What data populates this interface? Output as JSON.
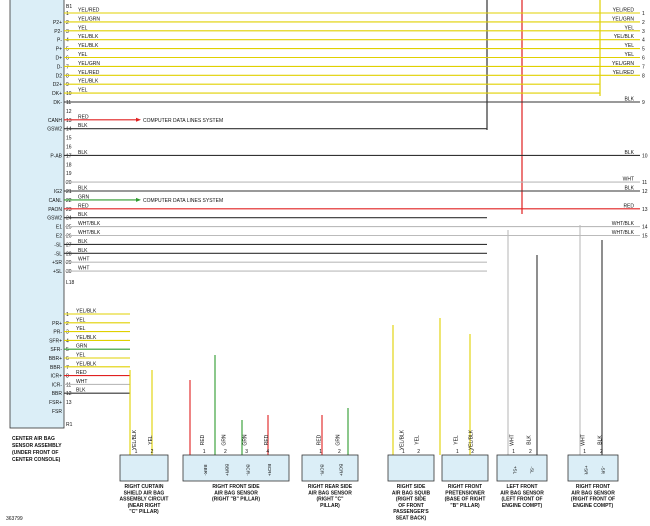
{
  "wire_colors": {
    "YEL": "#e0d000",
    "GRN": "#2e9b2e",
    "RED": "#e02020",
    "BLK": "#333333",
    "WHT": "#bbbbbb"
  },
  "header_connector": "B1",
  "lower_connector": "L18",
  "lower_connector_end": "R1",
  "upper_pins": [
    {
      "n": "1",
      "name": "",
      "wire": "YEL/RED",
      "far": "YEL/RED",
      "fn": "1"
    },
    {
      "n": "2",
      "name": "P2+",
      "wire": "YEL/GRN",
      "far": "YEL/GRN",
      "fn": "2"
    },
    {
      "n": "3",
      "name": "P2-",
      "wire": "YEL",
      "far": "YEL",
      "fn": "3"
    },
    {
      "n": "4",
      "name": "P-",
      "wire": "YEL/BLK",
      "far": "YEL/BLK",
      "fn": "4"
    },
    {
      "n": "5",
      "name": "P+",
      "wire": "YEL/BLK",
      "far": "YEL",
      "fn": "5"
    },
    {
      "n": "6",
      "name": "D+",
      "wire": "YEL",
      "far": "YEL",
      "fn": "6"
    },
    {
      "n": "7",
      "name": "D-",
      "wire": "YEL/GRN",
      "far": "YEL/GRN",
      "fn": "7"
    },
    {
      "n": "8",
      "name": "D2",
      "wire": "YEL/RED",
      "far": "YEL/RED",
      "fn": "8"
    },
    {
      "n": "9",
      "name": "D2+",
      "wire": "YEL/BLK",
      "far": "",
      "fn": ""
    },
    {
      "n": "10",
      "name": "DK+",
      "wire": "YEL",
      "far": "",
      "fn": ""
    },
    {
      "n": "11",
      "name": "DK-",
      "wire": "",
      "far": "BLK",
      "fn": "9"
    },
    {
      "n": "12",
      "name": "",
      "wire": "",
      "far": "",
      "fn": ""
    },
    {
      "n": "13",
      "name": "CANH",
      "wire": "RED",
      "far": "",
      "fn": "",
      "note": "COMPUTER DATA LINES SYSTEM"
    },
    {
      "n": "14",
      "name": "GSW2",
      "wire": "BLK",
      "far": "",
      "fn": ""
    },
    {
      "n": "15",
      "name": "",
      "wire": "",
      "far": "",
      "fn": ""
    },
    {
      "n": "16",
      "name": "",
      "wire": "",
      "far": "",
      "fn": ""
    },
    {
      "n": "17",
      "name": "P-AB",
      "wire": "BLK",
      "far": "BLK",
      "fn": "10"
    },
    {
      "n": "18",
      "name": "",
      "wire": "",
      "far": "",
      "fn": ""
    },
    {
      "n": "19",
      "name": "",
      "wire": "",
      "far": "",
      "fn": ""
    },
    {
      "n": "20",
      "name": "",
      "wire": "",
      "far": "WHT",
      "fn": "11"
    },
    {
      "n": "21",
      "name": "IG2",
      "wire": "BLK",
      "far": "BLK",
      "fn": "12"
    },
    {
      "n": "22",
      "name": "CANL",
      "wire": "GRN",
      "far": "",
      "fn": "",
      "note": "COMPUTER DATA LINES SYSTEM"
    },
    {
      "n": "23",
      "name": "PAON",
      "wire": "RED",
      "far": "RED",
      "fn": "13"
    },
    {
      "n": "24",
      "name": "GSW2",
      "wire": "BLK",
      "far": "",
      "fn": ""
    },
    {
      "n": "25",
      "name": "E1",
      "wire": "WHT/BLK",
      "far": "WHT/BLK",
      "fn": "14"
    },
    {
      "n": "26",
      "name": "E2",
      "wire": "WHT/BLK",
      "far": "WHT/BLK",
      "fn": "15"
    },
    {
      "n": "27",
      "name": "-SL",
      "wire": "BLK",
      "far": "",
      "fn": ""
    },
    {
      "n": "28",
      "name": "-SL",
      "wire": "BLK",
      "far": "",
      "fn": ""
    },
    {
      "n": "29",
      "name": "+SR",
      "wire": "WHT",
      "far": "",
      "fn": ""
    },
    {
      "n": "30",
      "name": "+SL",
      "wire": "WHT",
      "far": "",
      "fn": ""
    }
  ],
  "lower_pins": [
    {
      "n": "1",
      "name": "",
      "wire": "YEL/BLK"
    },
    {
      "n": "2",
      "name": "PR+",
      "wire": "YEL"
    },
    {
      "n": "3",
      "name": "PR-",
      "wire": "YEL"
    },
    {
      "n": "4",
      "name": "SFR+",
      "wire": "YEL/BLK"
    },
    {
      "n": "5",
      "name": "SFR-",
      "wire": "GRN"
    },
    {
      "n": "6",
      "name": "BBR+",
      "wire": "YEL"
    },
    {
      "n": "7",
      "name": "BBR-",
      "wire": "YEL/BLK"
    },
    {
      "n": "8",
      "name": "ICR+",
      "wire": "RED"
    },
    {
      "n": "11",
      "name": "ICR-",
      "wire": "WHT"
    },
    {
      "n": "12",
      "name": "BBR",
      "wire": "BLK"
    },
    {
      "n": "13",
      "name": "FSR+",
      "wire": ""
    },
    {
      "n": "",
      "name": "FSR",
      "wire": ""
    }
  ],
  "components": [
    {
      "pins": [
        "YEL/BLK",
        "YEL"
      ],
      "terminals": [
        "",
        ""
      ],
      "caption": [
        "RIGHT CURTAIN",
        "SHIELD AIR BAG",
        "ASSEMBLY CIRCUIT",
        "(NEAR RIGHT",
        "\"C\" PILLAR)"
      ]
    },
    {
      "pins": [
        "RED",
        "GRN",
        "GRN",
        "RED"
      ],
      "terminals": [
        "BBR-",
        "BBR+",
        "BCR-",
        "BCR+"
      ],
      "caption": [
        "RIGHT FRONT SIDE",
        "AIR BAG SENSOR",
        "(RIGHT \"B\" PILLAR)"
      ]
    },
    {
      "pins": [
        "RED",
        "GRN"
      ],
      "terminals": [
        "BCR-",
        "BCR+"
      ],
      "caption": [
        "RIGHT REAR SIDE",
        "AIR BAG SENSOR",
        "(RIGHT \"C\"",
        "PILLAR)"
      ]
    },
    {
      "pins": [
        "YEL/BLK",
        "YEL"
      ],
      "terminals": [
        "",
        ""
      ],
      "caption": [
        "RIGHT SIDE",
        "AIR BAG SQUIB",
        "(RIGHT SIDE",
        "OF FRONT",
        "PASSENGER'S",
        "SEAT BACK)"
      ]
    },
    {
      "pins": [
        "YEL",
        "YEL/BLK"
      ],
      "terminals": [
        "",
        ""
      ],
      "caption": [
        "RIGHT FRONT",
        "PRETENSIONER",
        "(BASE OF RIGHT",
        "\"B\" PILLAR)"
      ]
    },
    {
      "pins": [
        "WHT",
        "BLK"
      ],
      "terminals": [
        "+SL",
        "-SL"
      ],
      "caption": [
        "LEFT FRONT",
        "AIR BAG SENSOR",
        "(LEFT FRONT OF",
        "ENGINE COMPT)"
      ]
    },
    {
      "pins": [
        "WHT",
        "BLK"
      ],
      "terminals": [
        "+SR",
        "-SR"
      ],
      "caption": [
        "RIGHT FRONT",
        "AIR BAG SENSOR",
        "(RIGHT FRONT OF",
        "ENGINE COMPT)"
      ]
    }
  ],
  "module_caption": [
    "CENTER AIR BAG",
    "SENSOR ASSEMBLY",
    "(UNDER FRONT OF",
    "CENTER CONSOLE)"
  ],
  "diagram_id": "363799"
}
